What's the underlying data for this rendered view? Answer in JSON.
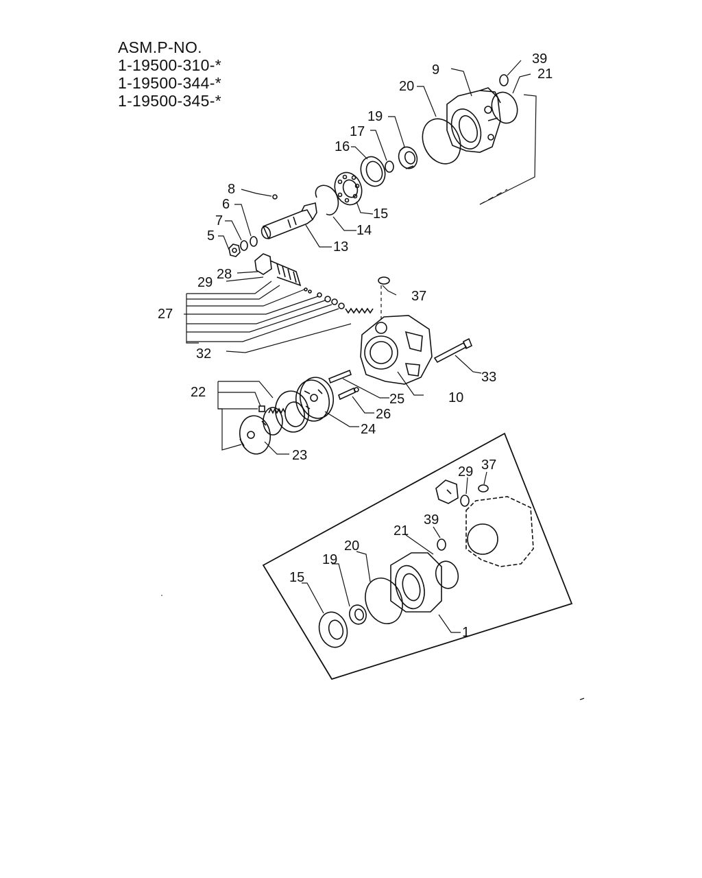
{
  "header": {
    "title": "ASM.P-NO.",
    "part_numbers": [
      "1-19500-310-*",
      "1-19500-344-*",
      "1-19500-345-*"
    ]
  },
  "callouts": {
    "c39": "39",
    "c9": "9",
    "c21": "21",
    "c20": "20",
    "c19": "19",
    "c17": "17",
    "c16": "16",
    "c8": "8",
    "c6": "6",
    "c7": "7",
    "c5": "5",
    "c15": "15",
    "c14": "14",
    "c13": "13",
    "c28": "28",
    "c29": "29",
    "c27": "27",
    "c37": "37",
    "c32": "32",
    "c33": "33",
    "c22": "22",
    "c25": "25",
    "c10": "10",
    "c26": "26",
    "c24": "24",
    "c23": "23"
  },
  "inset_callouts": {
    "c29": "29",
    "c37": "37",
    "c39": "39",
    "c21": "21",
    "c20": "20",
    "c19": "19",
    "c15": "15",
    "c1": "1"
  },
  "colors": {
    "ink": "#111111",
    "paper": "#ffffff"
  }
}
